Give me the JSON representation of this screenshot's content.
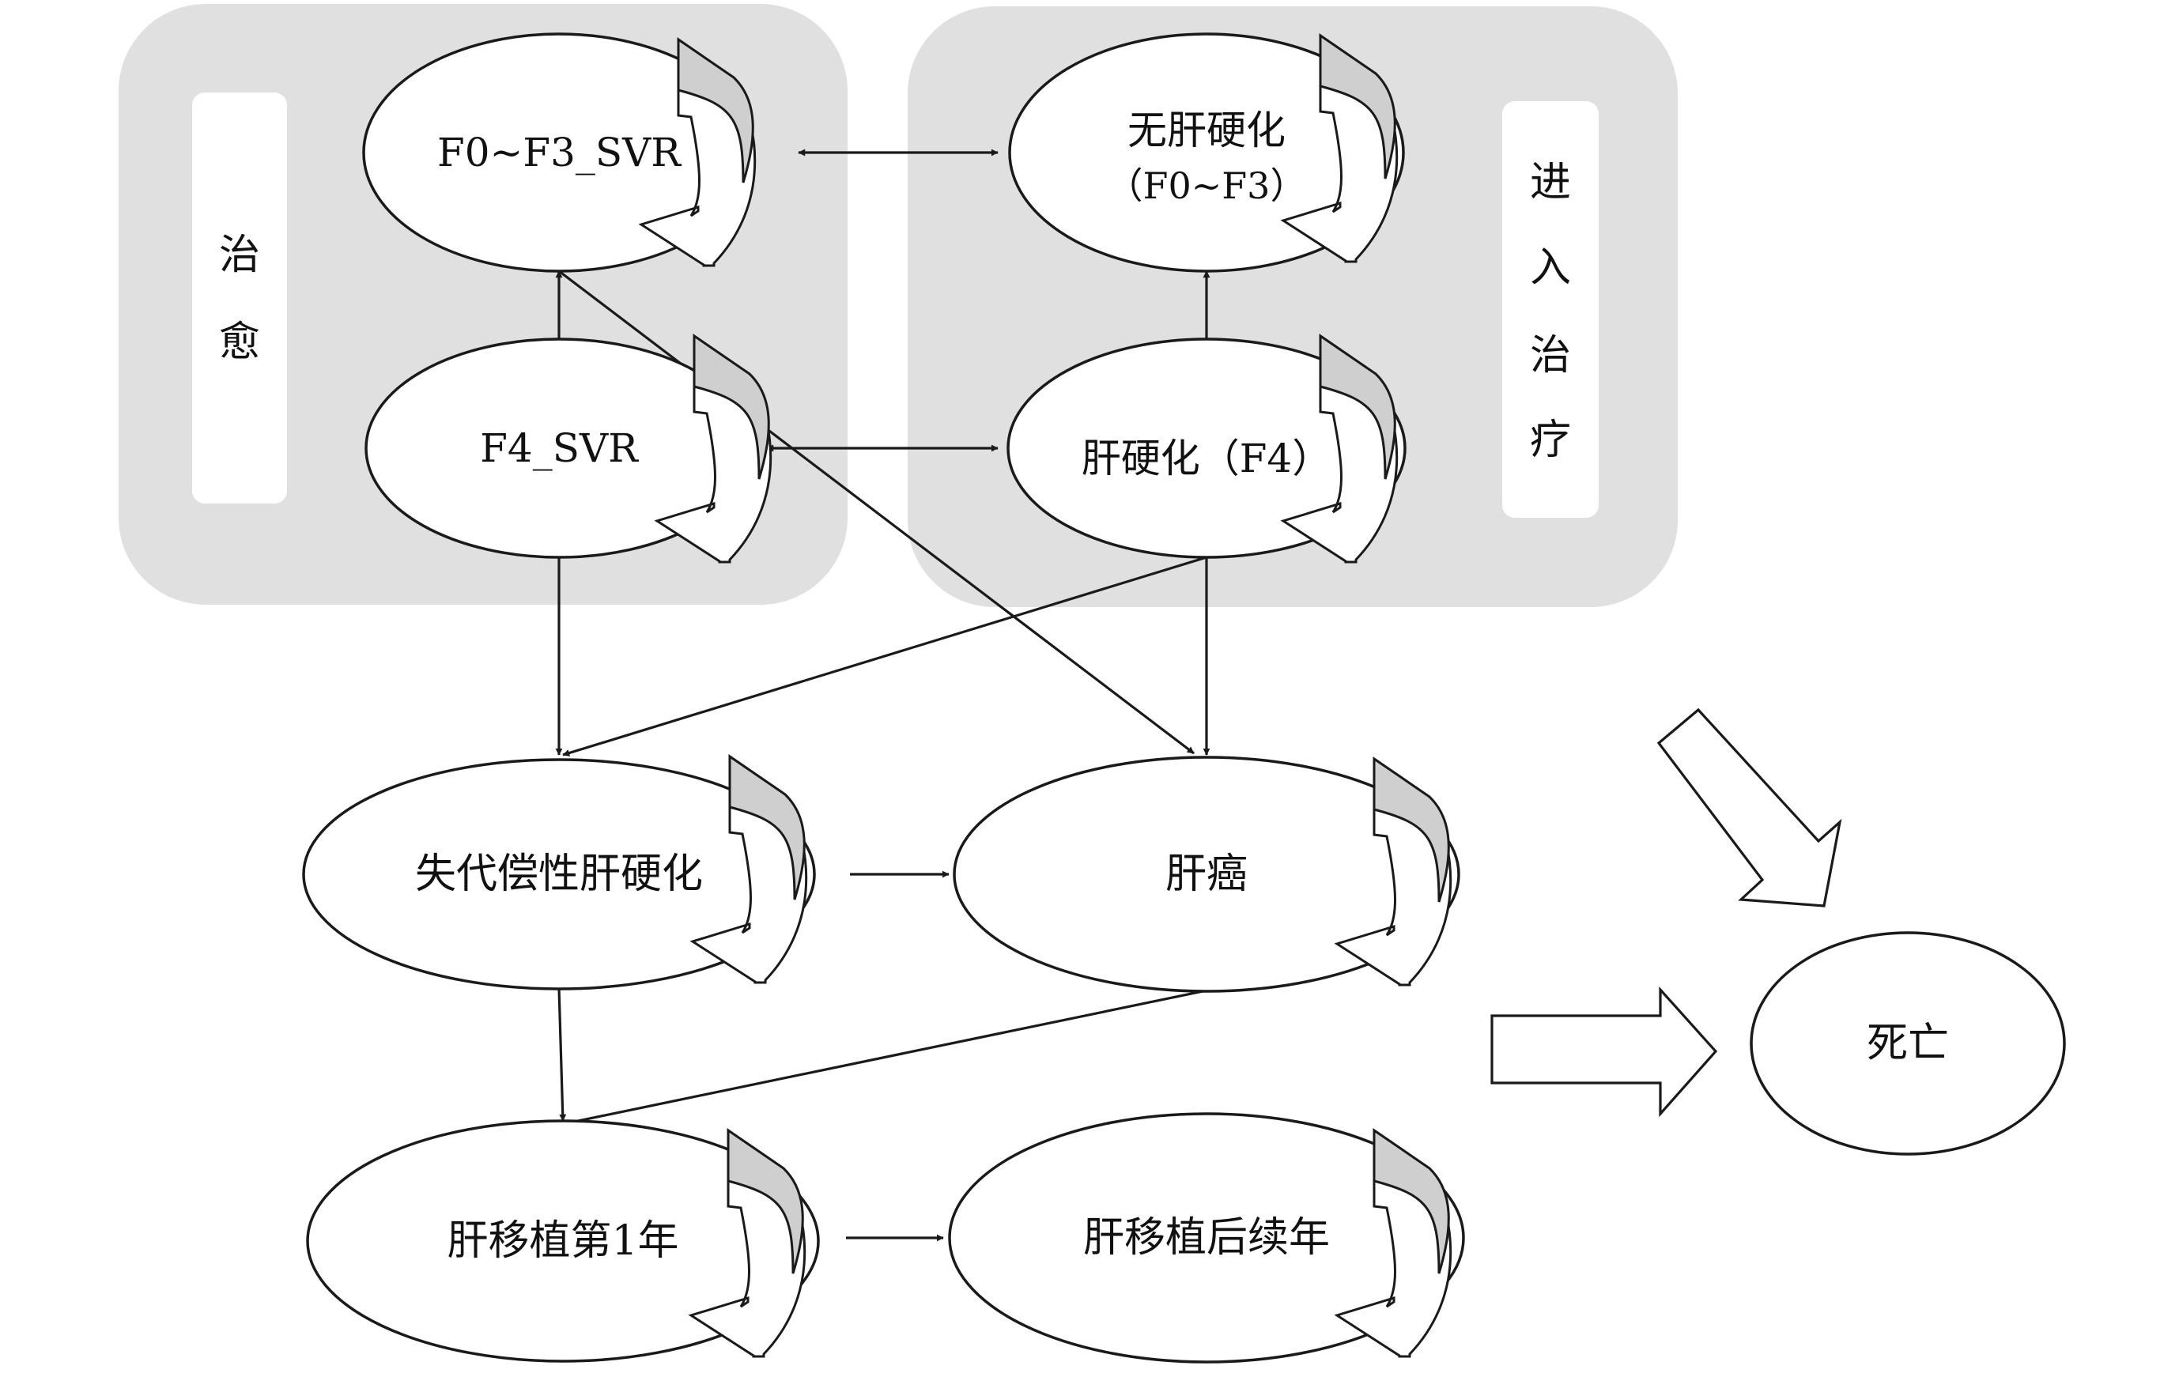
{
  "groups": {
    "cured": {
      "label_chars": [
        "治",
        "愈"
      ]
    },
    "treatment": {
      "label_chars": [
        "进",
        "入",
        "治",
        "疗"
      ]
    }
  },
  "nodes": {
    "f0f3_svr": {
      "lines": [
        "F0~F3_SVR"
      ]
    },
    "f4_svr": {
      "lines": [
        "F4_SVR"
      ]
    },
    "no_cirrhosis": {
      "lines": [
        "无肝硬化",
        "（F0~F3）"
      ]
    },
    "cirrhosis": {
      "lines": [
        "肝硬化（F4）"
      ]
    },
    "decompensated": {
      "lines": [
        "失代偿性肝硬化"
      ]
    },
    "hcc": {
      "lines": [
        "肝癌"
      ]
    },
    "transplant_y1": {
      "lines": [
        "肝移植第1年"
      ]
    },
    "transplant_later": {
      "lines": [
        "肝移植后续年"
      ]
    },
    "death": {
      "lines": [
        "死亡"
      ]
    }
  },
  "edges": [
    {
      "from": "f0f3_svr",
      "to": "no_cirrhosis",
      "bidirectional": true
    },
    {
      "from": "f4_svr",
      "to": "cirrhosis",
      "bidirectional": true
    },
    {
      "from": "no_cirrhosis",
      "to": "hcc",
      "bidirectional": true
    },
    {
      "from": "f0f3_svr",
      "to": "decompensated",
      "bidirectional": true
    },
    {
      "from": "f0f3_svr",
      "to": "hcc",
      "bidirectional": false
    },
    {
      "from": "cirrhosis",
      "to": "decompensated",
      "bidirectional": false
    },
    {
      "from": "decompensated",
      "to": "hcc",
      "bidirectional": false
    },
    {
      "from": "decompensated",
      "to": "transplant_y1",
      "bidirectional": false
    },
    {
      "from": "hcc",
      "to": "transplant_y1",
      "bidirectional": false
    },
    {
      "from": "transplant_y1",
      "to": "transplant_later",
      "bidirectional": false
    }
  ],
  "self_loops": [
    "f0f3_svr",
    "f4_svr",
    "no_cirrhosis",
    "cirrhosis",
    "decompensated",
    "hcc",
    "transplant_y1",
    "transplant_later"
  ],
  "death_arrows": [
    "diagonal",
    "horizontal"
  ]
}
